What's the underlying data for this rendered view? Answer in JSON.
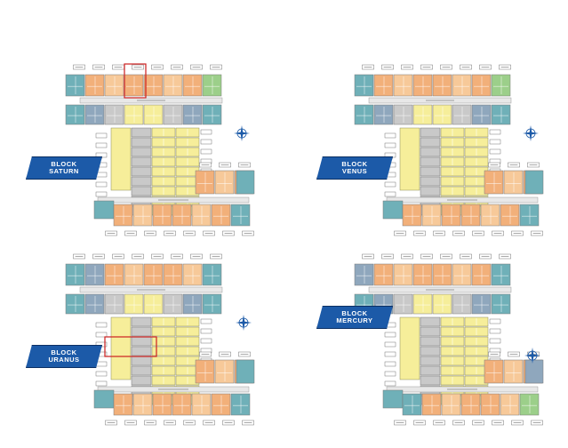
{
  "blocks": [
    {
      "id": "saturn",
      "line1": "BLOCK",
      "line2": "SATURN"
    },
    {
      "id": "venus",
      "line1": "BLOCK",
      "line2": "VENUS"
    },
    {
      "id": "uranus",
      "line1": "BLOCK",
      "line2": "URANUS"
    },
    {
      "id": "mercury",
      "line1": "BLOCK",
      "line2": "MERCURY"
    }
  ],
  "colors": {
    "orange": "#f2b07a",
    "light_orange": "#f7c999",
    "yellow": "#f6ee9a",
    "teal": "#6fb0b8",
    "blue_gray": "#8fa7bd",
    "gray": "#c9c9c9",
    "green": "#9ccf8a",
    "highlight": "#cc1f1f",
    "label_blue": "#1c5aa8"
  },
  "legend_icons": {
    "compass": "compass-icon"
  }
}
